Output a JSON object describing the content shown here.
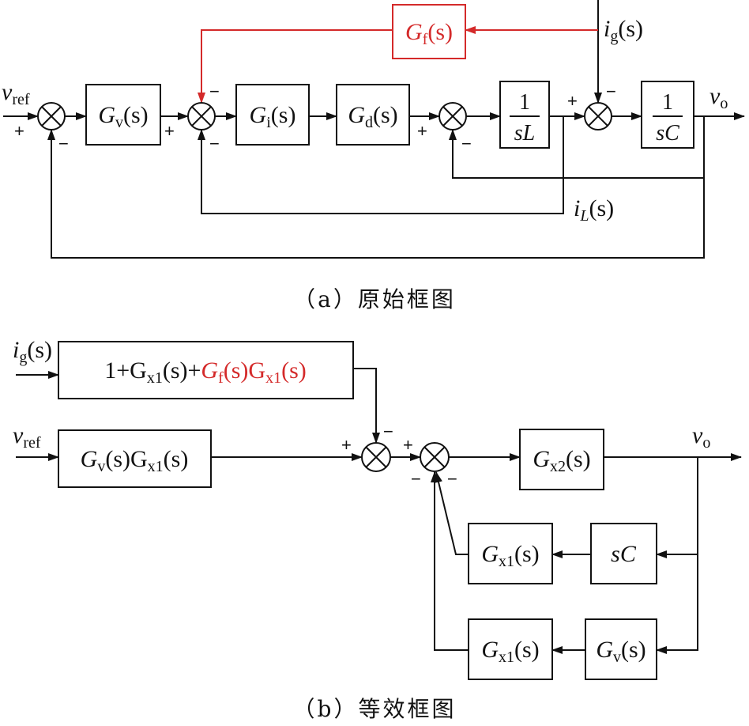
{
  "accent": "#d42a2a",
  "diagram_a": {
    "caption": "（a）原始框图",
    "blocks": {
      "gv": {
        "main": "G",
        "sub": "v",
        "arg": "(s)"
      },
      "gi": {
        "main": "G",
        "sub": "i",
        "arg": "(s)"
      },
      "gd": {
        "main": "G",
        "sub": "d",
        "arg": "(s)"
      },
      "gf": {
        "main": "G",
        "sub": "f",
        "arg": "(s)"
      },
      "sl": {
        "num": "1",
        "den": "sL"
      },
      "sc": {
        "num": "1",
        "den": "sC"
      }
    },
    "signals": {
      "vref": {
        "main": "v",
        "sub": "ref"
      },
      "vo": {
        "main": "v",
        "sub": "o"
      },
      "ig": {
        "main": "i",
        "sub": "g",
        "arg": "(s)"
      },
      "il": {
        "main": "i",
        "sub": "L",
        "arg": "(s)"
      }
    }
  },
  "diagram_b": {
    "caption": "（b）等效框图",
    "top_block": {
      "black_part": "1+G",
      "sub1": "x1",
      "arg1": "(s)+",
      "red_main1": "G",
      "red_sub1": "f",
      "red_arg1": "(s)G",
      "red_sub2": "x1",
      "red_arg2": "(s)"
    },
    "ref_block": {
      "main1": "G",
      "sub1": "v",
      "arg1": "(s)G",
      "sub2": "x1",
      "arg2": "(s)"
    },
    "gx2": {
      "main": "G",
      "sub": "x2",
      "arg": "(s)"
    },
    "gx1_a": {
      "main": "G",
      "sub": "x1",
      "arg": "(s)"
    },
    "gx1_b": {
      "main": "G",
      "sub": "x1",
      "arg": "(s)"
    },
    "sc": {
      "text": "sC"
    },
    "gv": {
      "main": "G",
      "sub": "v",
      "arg": "(s)"
    },
    "signals": {
      "ig": {
        "main": "i",
        "sub": "g",
        "arg": "(s)"
      },
      "vref": {
        "main": "v",
        "sub": "ref"
      },
      "vo": {
        "main": "v",
        "sub": "o"
      }
    }
  },
  "signs": {
    "plus": "+",
    "minus": "−"
  }
}
